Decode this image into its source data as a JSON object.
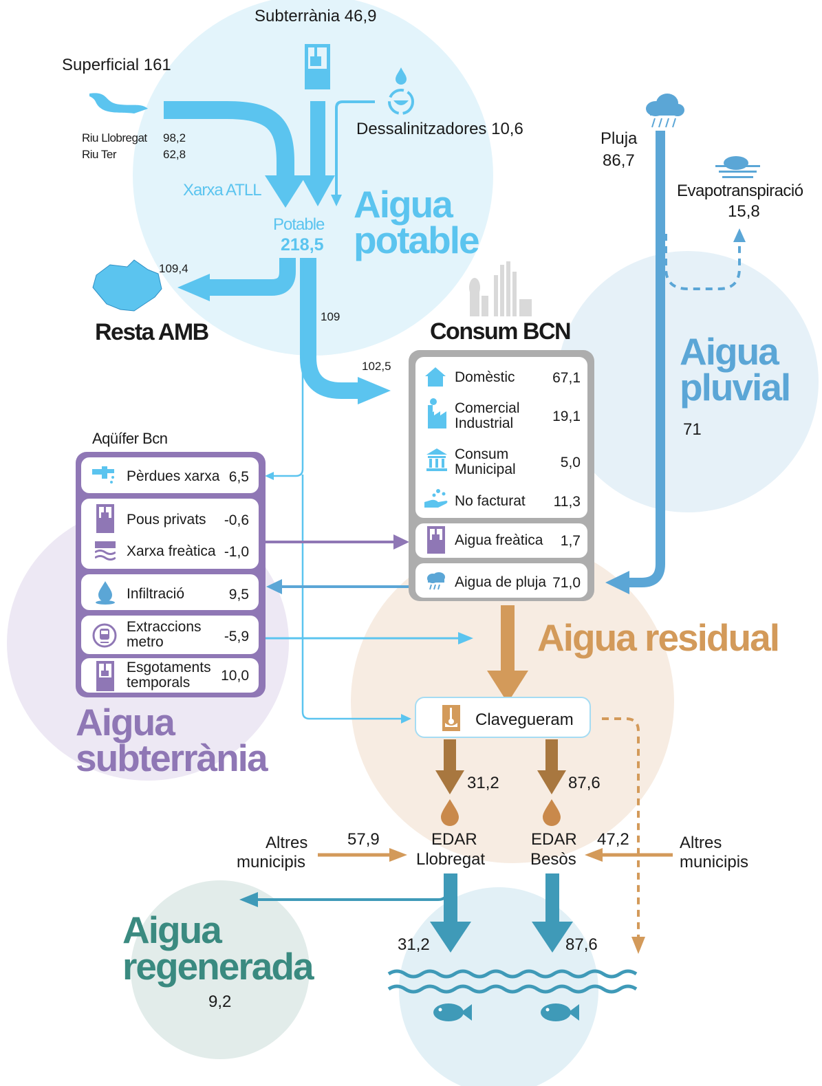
{
  "potable": {
    "title_line1": "Aigua",
    "title_line2": "potable",
    "superficial": "Superficial 161",
    "riu_llobregat_label": "Riu Llobregat",
    "riu_llobregat_value": "98,2",
    "riu_ter_label": "Riu Ter",
    "riu_ter_value": "62,8",
    "subterrania": "Subterrània 46,9",
    "dessalinitzadores": "Dessalinitzadores 10,6",
    "xarxa_atll": "Xarxa ATLL",
    "potable_label": "Potable",
    "potable_value": "218,5",
    "resta_amb_value": "109,4",
    "resta_amb_label": "Resta AMB",
    "to_bcn_value": "109",
    "consum_in_value": "102,5"
  },
  "consum": {
    "title": "Consum BCN",
    "rows": [
      {
        "label": "Domèstic",
        "value": "67,1"
      },
      {
        "label_1": "Comercial",
        "label_2": "Industrial",
        "value": "19,1"
      },
      {
        "label_1": "Consum",
        "label_2": "Municipal",
        "value": "5,0"
      },
      {
        "label": "No facturat",
        "value": "11,3"
      }
    ],
    "freatica": {
      "label": "Aigua freàtica",
      "value": "1,7"
    },
    "pluja": {
      "label": "Aigua de pluja",
      "value": "71,0"
    }
  },
  "pluvial": {
    "title_line1": "Aigua",
    "title_line2": "pluvial",
    "pluja_label": "Pluja",
    "pluja_value": "86,7",
    "evapo_label": "Evapotranspiració",
    "evapo_value": "15,8",
    "runoff_value": "71"
  },
  "subterrania": {
    "title_line1": "Aigua",
    "title_line2": "subterrània",
    "aquifer_title": "Aqüífer Bcn",
    "rows": [
      {
        "label": "Pèrdues xarxa",
        "value": "6,5"
      },
      {
        "label": "Pous privats",
        "value": "-0,6"
      },
      {
        "label": "Xarxa freàtica",
        "value": "-1,0"
      },
      {
        "label": "Infiltració",
        "value": "9,5"
      },
      {
        "label_1": "Extraccions",
        "label_2": "metro",
        "value": "-5,9"
      },
      {
        "label_1": "Esgotaments",
        "label_2": "temporals",
        "value": "10,0"
      }
    ]
  },
  "residual": {
    "title": "Aigua residual",
    "clavegueram": "Clavegueram",
    "to_llobregat": "31,2",
    "to_besos": "87,6",
    "edar_llobregat_1": "EDAR",
    "edar_llobregat_2": "Llobregat",
    "edar_besos_1": "EDAR",
    "edar_besos_2": "Besòs",
    "altres_left_1": "Altres",
    "altres_left_2": "municipis",
    "altres_left_value": "57,9",
    "altres_right_1": "Altres",
    "altres_right_2": "municipis",
    "altres_right_value": "47,2",
    "out_llobregat": "31,2",
    "out_besos": "87,6"
  },
  "regenerada": {
    "title_line1": "Aigua",
    "title_line2": "regenerada",
    "value": "9,2"
  },
  "colors": {
    "potable": "#5bc4ef",
    "potable_bg": "#e3f4fb",
    "pluvial": "#5ba6d6",
    "pluvial_bg": "#e6f1f8",
    "subterrania": "#8f77b5",
    "subterrania_bg": "#ede8f4",
    "residual": "#d39a5a",
    "residual_bg": "#f7ece2",
    "regenerada": "#3a8a80",
    "regenerada_bg": "#e2ecea",
    "sea": "#3f9ab8",
    "sea_bg": "#e2f0f6",
    "consum_border": "#adadad"
  }
}
